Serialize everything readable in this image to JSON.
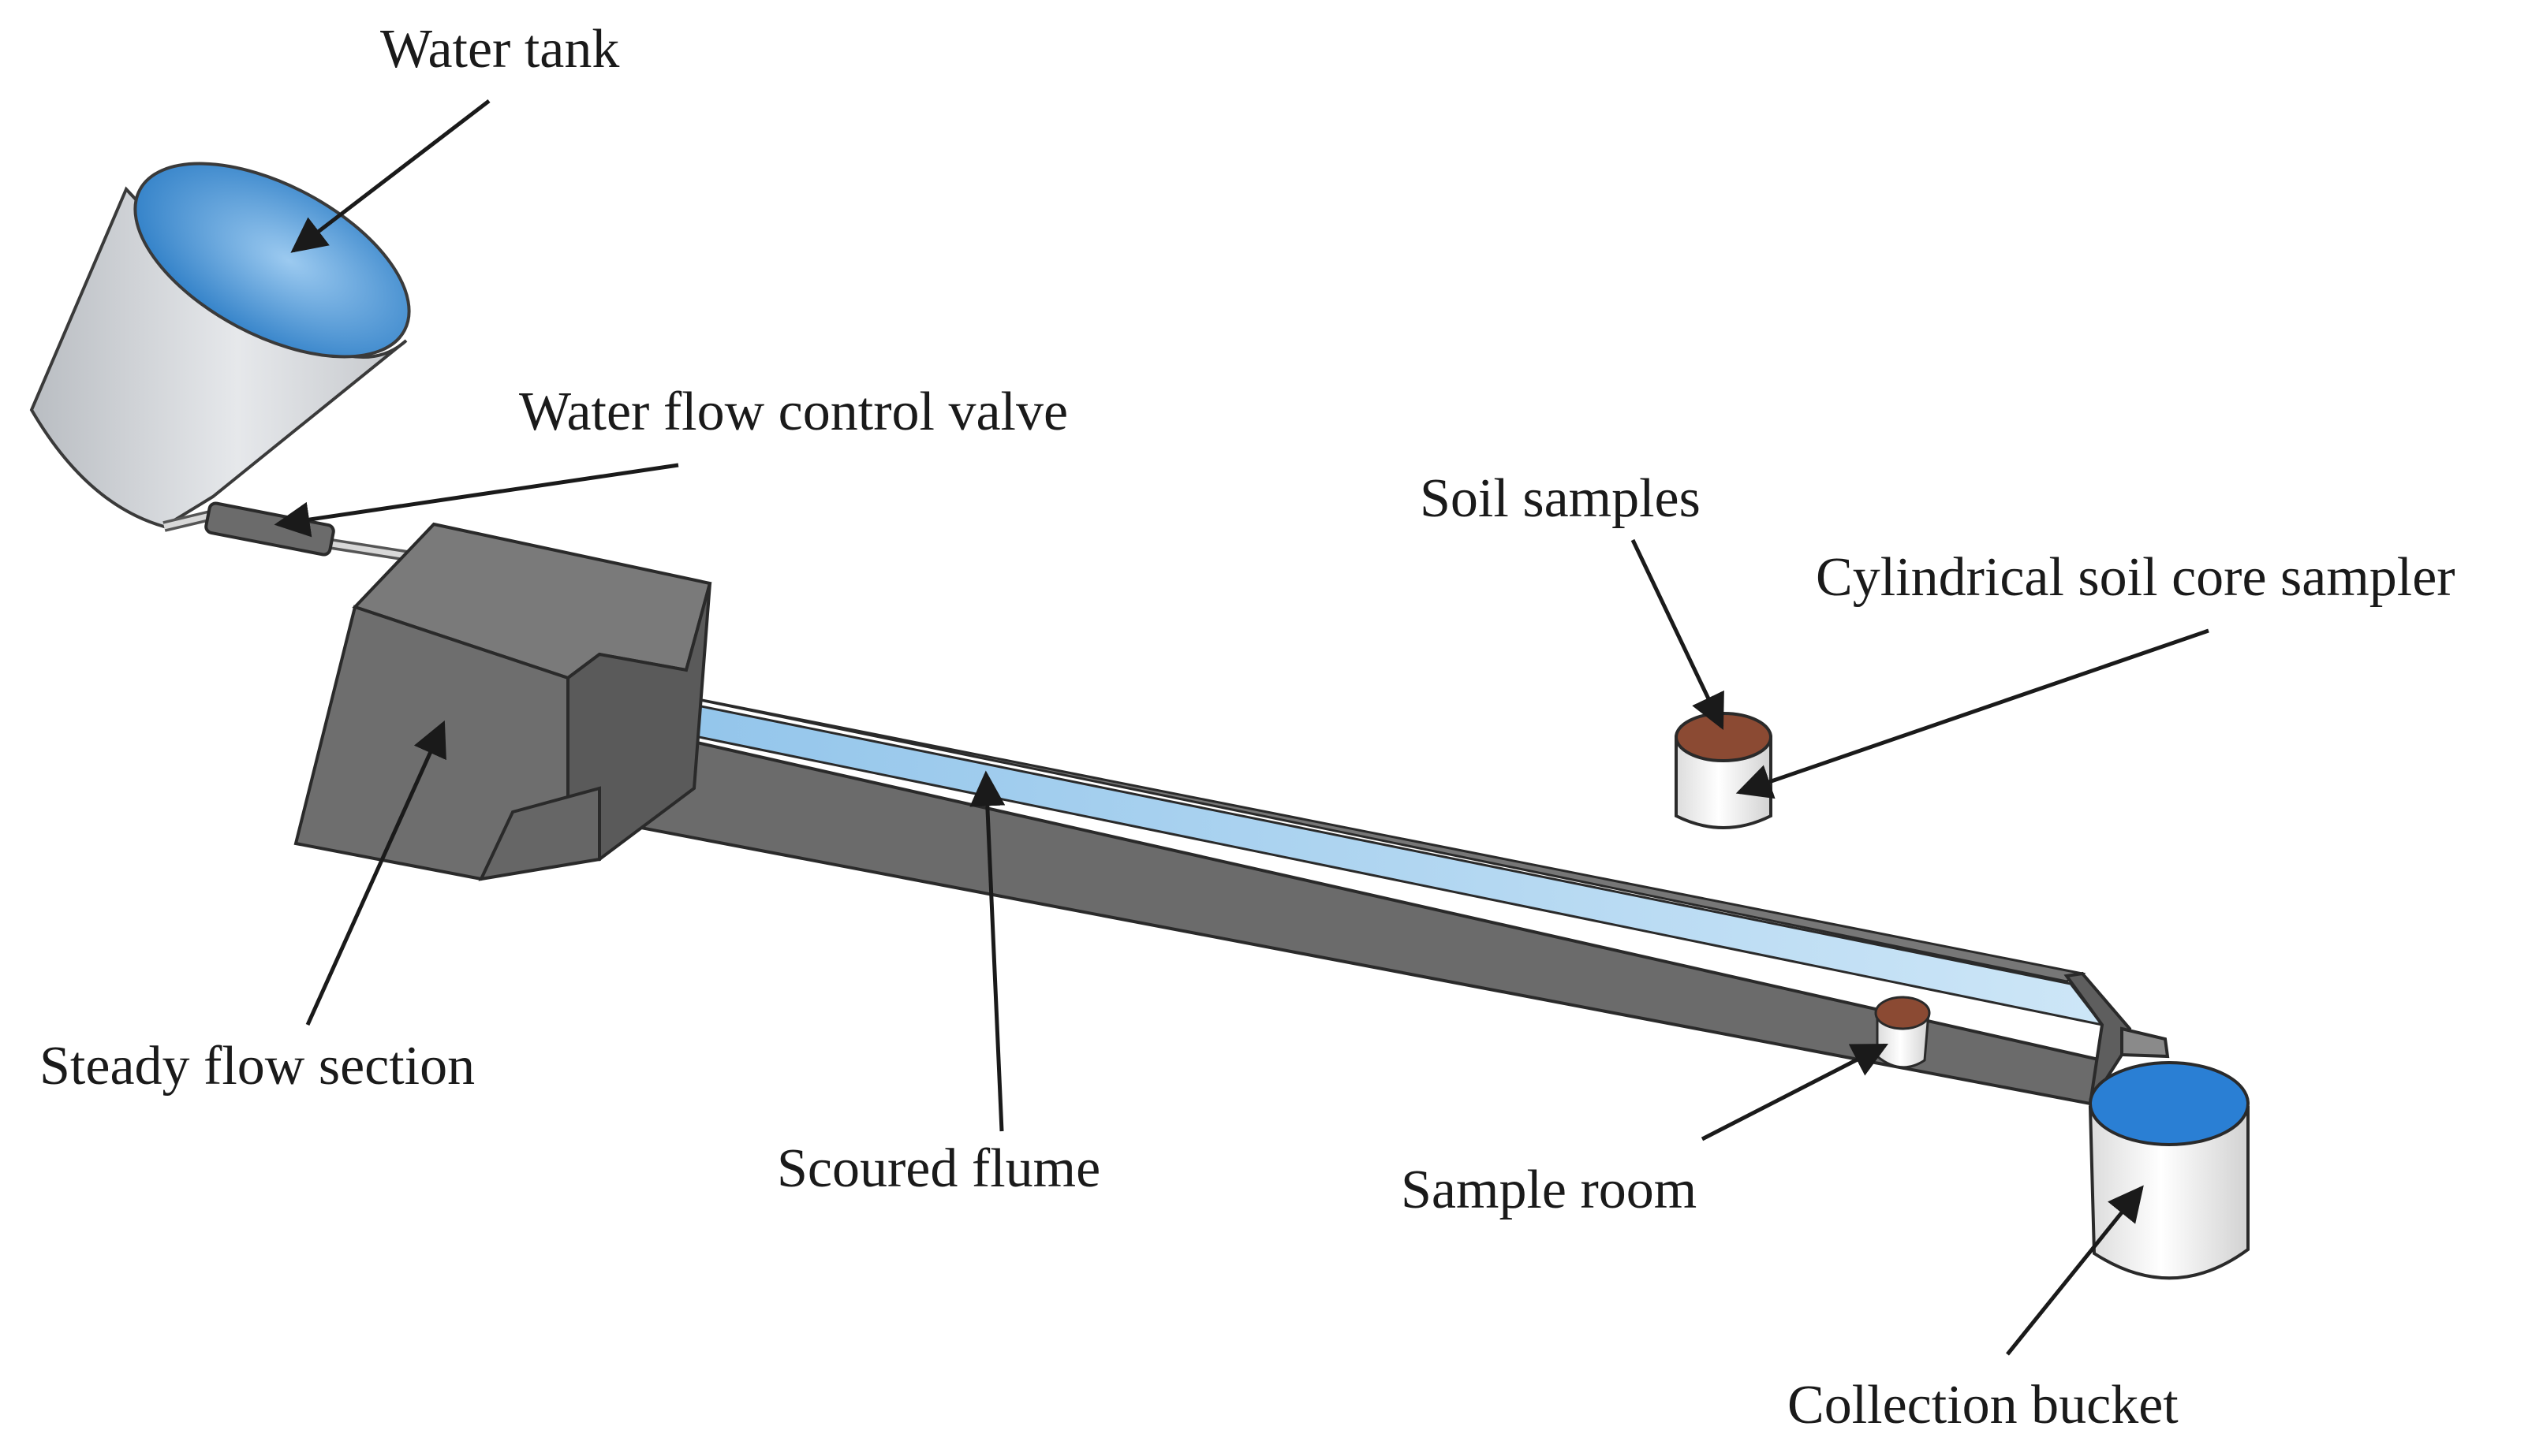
{
  "labels": {
    "water_tank": "Water tank",
    "valve": "Water flow control valve",
    "soil_samples": "Soil samples",
    "core_sampler": "Cylindrical soil core sampler",
    "steady_flow": "Steady flow section",
    "scoured_flume": "Scoured flume",
    "sample_room": "Sample room",
    "collection_bucket": "Collection bucket"
  },
  "colors": {
    "apparatus_gray": "#6b6b6b",
    "water_blue": "#2f7fc7",
    "flume_water": "#bcdcf2",
    "soil_brown": "#8b4a33",
    "container_white": "#f2f2f2",
    "outline": "#1a1a1a"
  },
  "icons": [
    "arrow"
  ]
}
